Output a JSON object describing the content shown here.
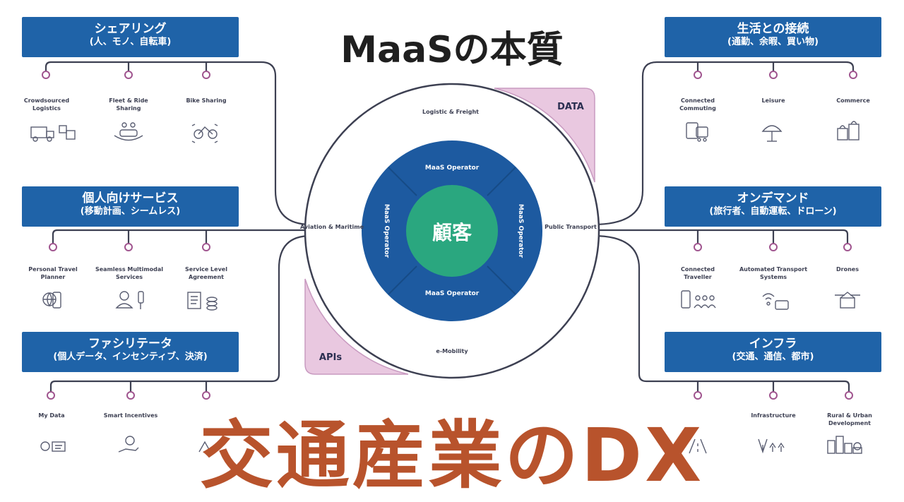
{
  "title": "MaaSの本質",
  "big_title": "交通産業のDX",
  "diagram": {
    "center": "顧客",
    "ring_operator": [
      "MaaS Operator",
      "MaaS Operator",
      "MaaS Operator",
      "MaaS Operator"
    ],
    "outer_labels": {
      "top": "Logistic & Freight",
      "left": "Aviation & Maritime",
      "right": "Public Transport",
      "bottom": "e-Mobility"
    },
    "corner_data": "DATA",
    "corner_apis": "APIs"
  },
  "categories": [
    {
      "title": "シェアリング",
      "subtitle": "(人、モノ、自転車)",
      "items": [
        "Crowdsourced Logistics",
        "Fleet & Ride Sharing",
        "Bike Sharing"
      ],
      "icons": [
        "truck-boxes-icon",
        "car-people-icon",
        "bike-icon"
      ]
    },
    {
      "title": "個人向けサービス",
      "subtitle": "(移動計画、シームレス)",
      "items": [
        "Personal Travel Planner",
        "Seamless Multimodal Services",
        "Service Level Agreement"
      ],
      "icons": [
        "globe-phone-icon",
        "person-traffic-icon",
        "document-coins-icon"
      ]
    },
    {
      "title": "ファシリテータ",
      "subtitle": "(個人データ、インセンティブ、決済)",
      "items": [
        "My Data",
        "Smart Incentives",
        ""
      ],
      "icons": [
        "data-card-icon",
        "hand-coin-icon",
        "hand-icon"
      ]
    },
    {
      "title": "生活との接続",
      "subtitle": "(通勤、余暇、買い物)",
      "items": [
        "Connected Commuting",
        "Leisure",
        "Commerce"
      ],
      "icons": [
        "commute-icon",
        "umbrella-icon",
        "shopping-bags-icon"
      ]
    },
    {
      "title": "オンデマンド",
      "subtitle": "(旅行者、自動運転、ドローン)",
      "items": [
        "Connected Traveller",
        "Automated Transport Systems",
        "Drones"
      ],
      "icons": [
        "phone-people-icon",
        "signal-vehicle-icon",
        "drone-box-icon"
      ]
    },
    {
      "title": "インフラ",
      "subtitle": "(交通、通信、都市)",
      "items": [
        "",
        "Infrastructure",
        "Rural & Urban Development"
      ],
      "icons": [
        "road-icon",
        "antenna-trees-icon",
        "city-buildings-icon"
      ]
    }
  ],
  "colors": {
    "category_box": "#1f63a8",
    "ring_blue": "#1d5aa0",
    "center_green": "#2aa77f",
    "corner_pink": "#e9c8e0",
    "big_title": "#b8532c"
  }
}
